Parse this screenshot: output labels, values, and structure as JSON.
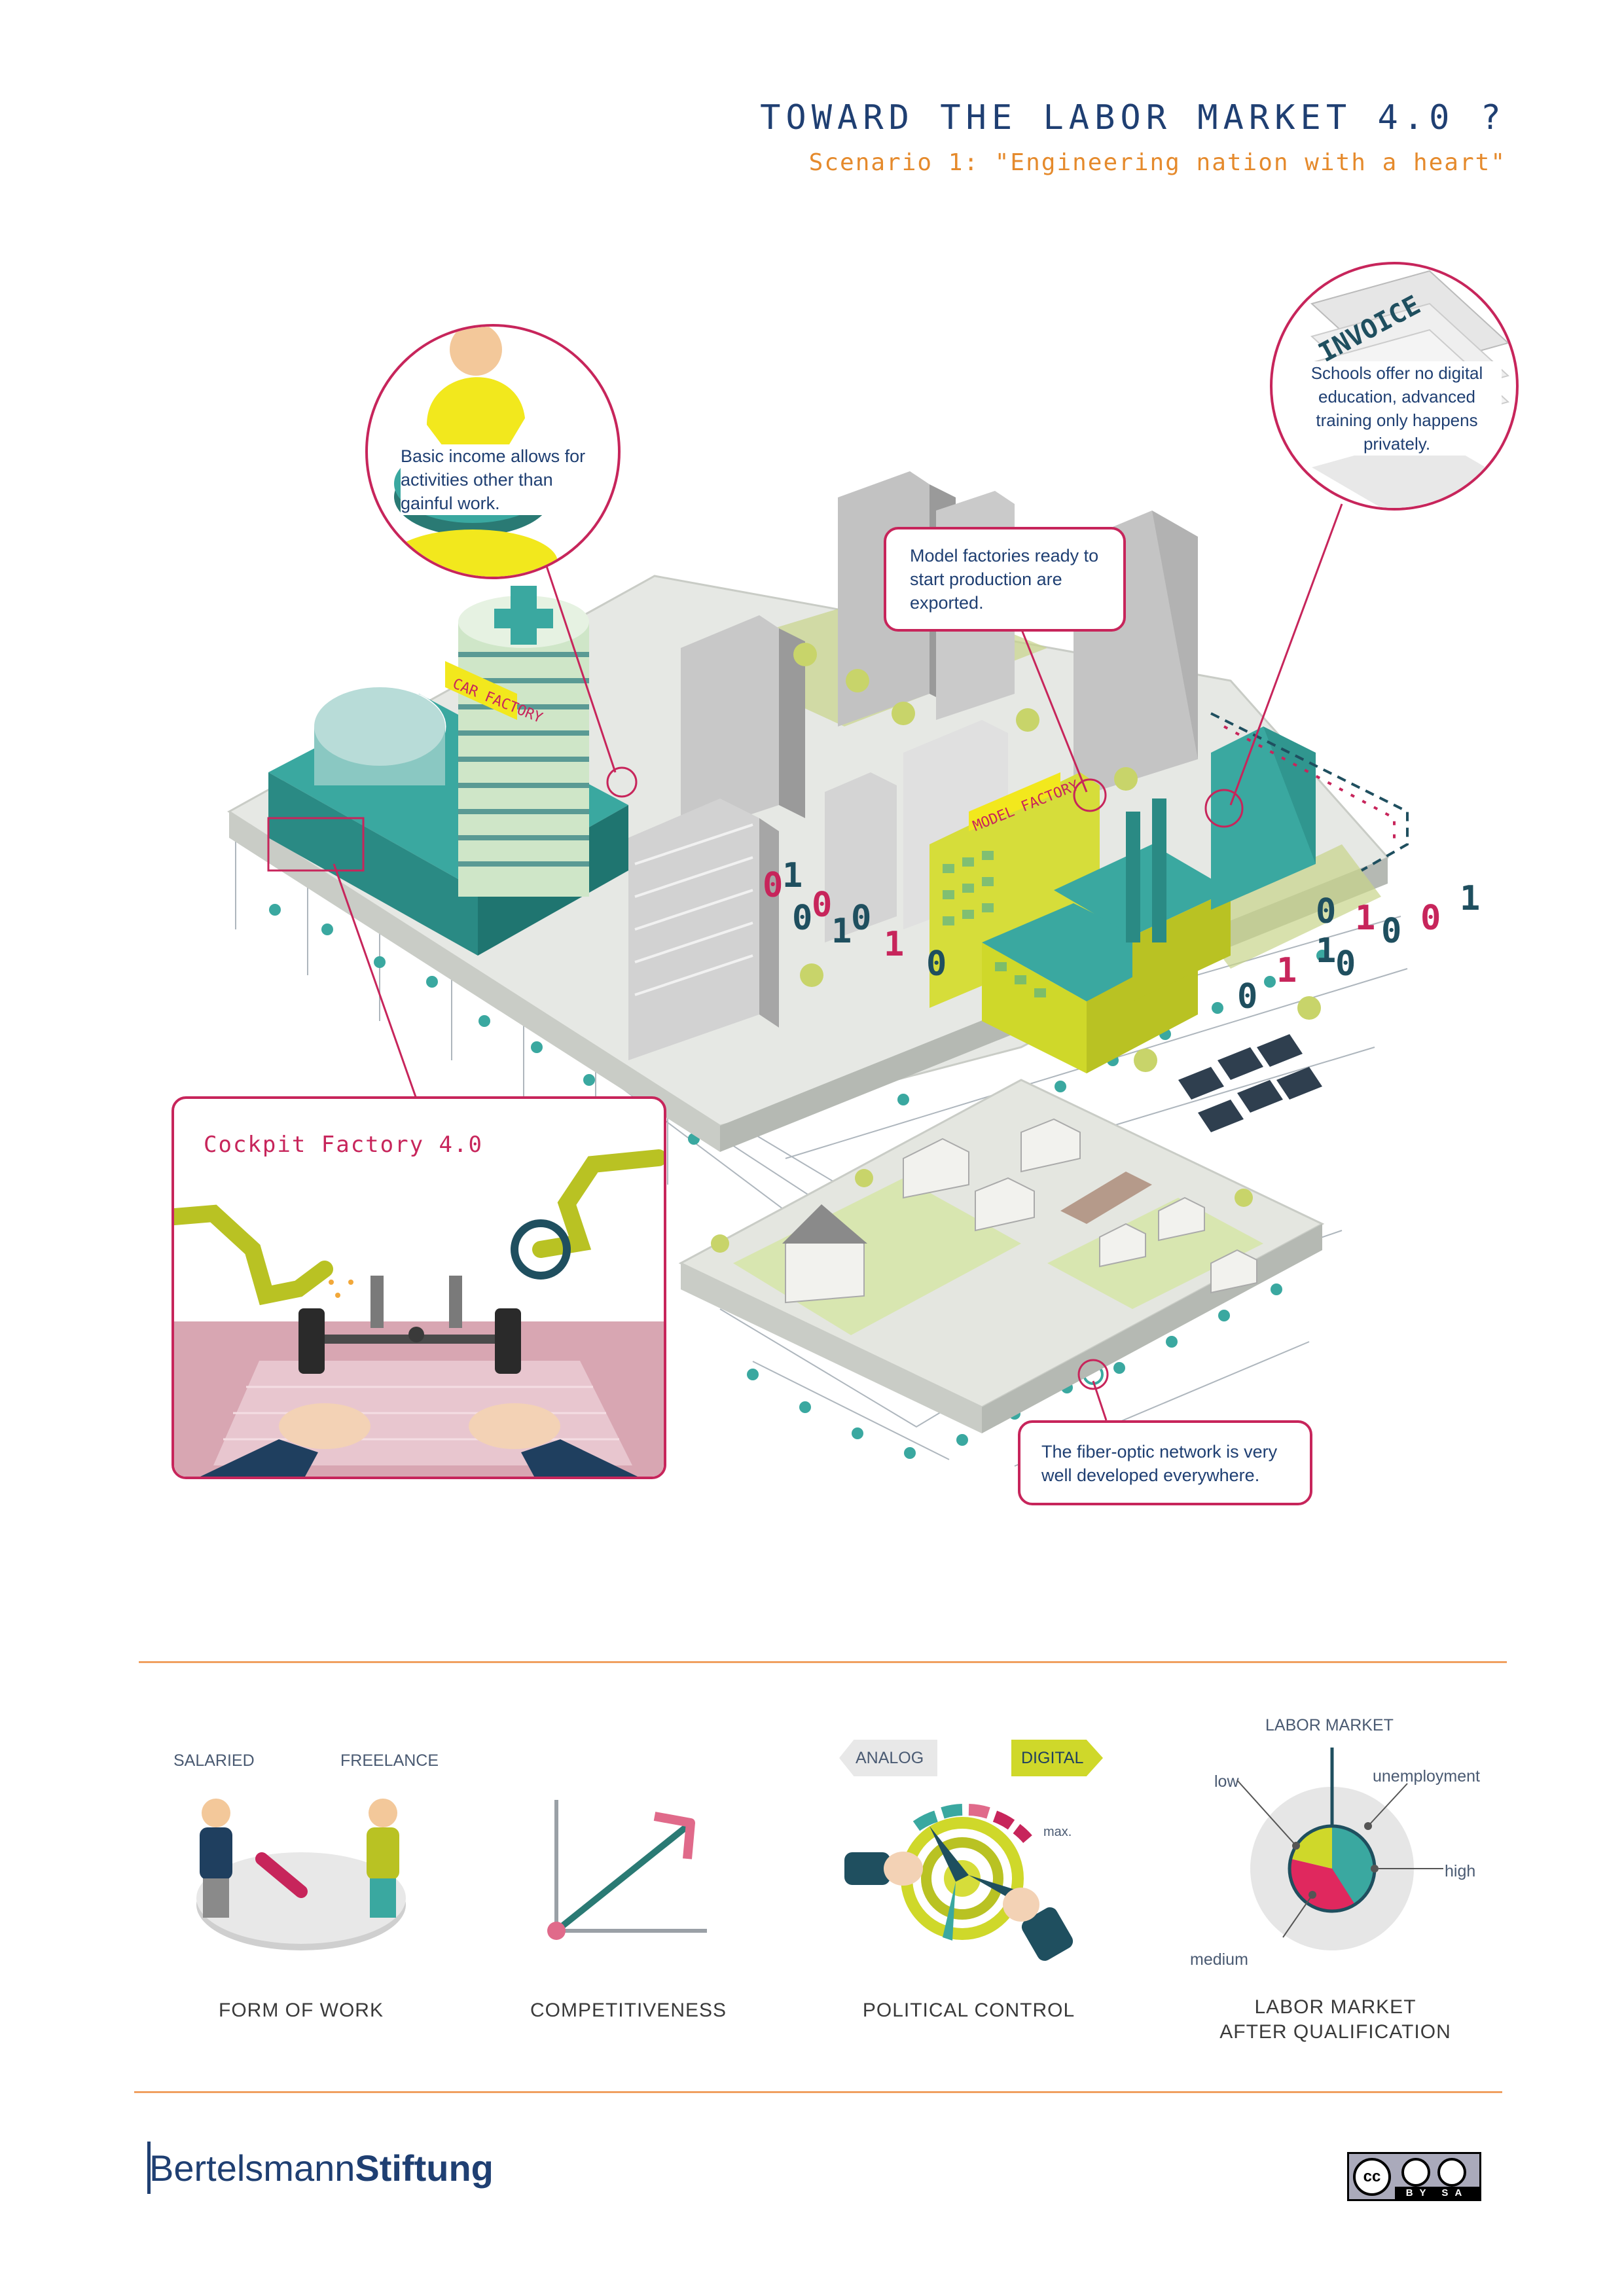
{
  "header": {
    "title": "TOWARD THE LABOR MARKET 4.0 ?",
    "subtitle": "Scenario 1: \"Engineering nation with a heart\""
  },
  "callouts": {
    "basic_income": "Basic income allows for activities other than gainful work.",
    "schools": "Schools offer no digital education, advanced training only happens privately.",
    "model_factories": "Model factories ready to start production are exported.",
    "fiber": "The fiber-optic network is very well developed everywhere.",
    "cockpit": "Cockpit Factory 4.0"
  },
  "signs": {
    "car_factory": "CAR FACTORY",
    "model_factory": "MODEL FACTORY",
    "invoice": "INVOICE"
  },
  "binary_digits": [
    "0",
    "1",
    "0",
    "0",
    "1",
    "0",
    "1",
    "0",
    "0",
    "1",
    "1",
    "0",
    "1",
    "0",
    "0",
    "1",
    "0"
  ],
  "indicators": {
    "form_of_work": {
      "label": "FORM OF WORK",
      "left": "SALARIED",
      "right": "FREELANCE"
    },
    "competitiveness": {
      "label": "COMPETITIVENESS"
    },
    "political_control": {
      "label": "POLITICAL CONTROL",
      "left": "ANALOG",
      "right": "DIGITAL",
      "max": "max."
    },
    "labor_market": {
      "label_line1": "LABOR MARKET",
      "label_line2": "AFTER QUALIFICATION",
      "top": "LABOR MARKET",
      "low": "low",
      "unemployment": "unemployment",
      "high": "high",
      "medium": "medium"
    }
  },
  "footer": {
    "brand_regular": "Bertelsmann",
    "brand_bold": "Stiftung",
    "license": "BY SA"
  },
  "colors": {
    "navy": "#1f3f72",
    "orange": "#e58a2c",
    "magenta": "#c7255b",
    "teal": "#3aa8a0",
    "lime": "#cfd82a",
    "yellow": "#f2e81d"
  }
}
